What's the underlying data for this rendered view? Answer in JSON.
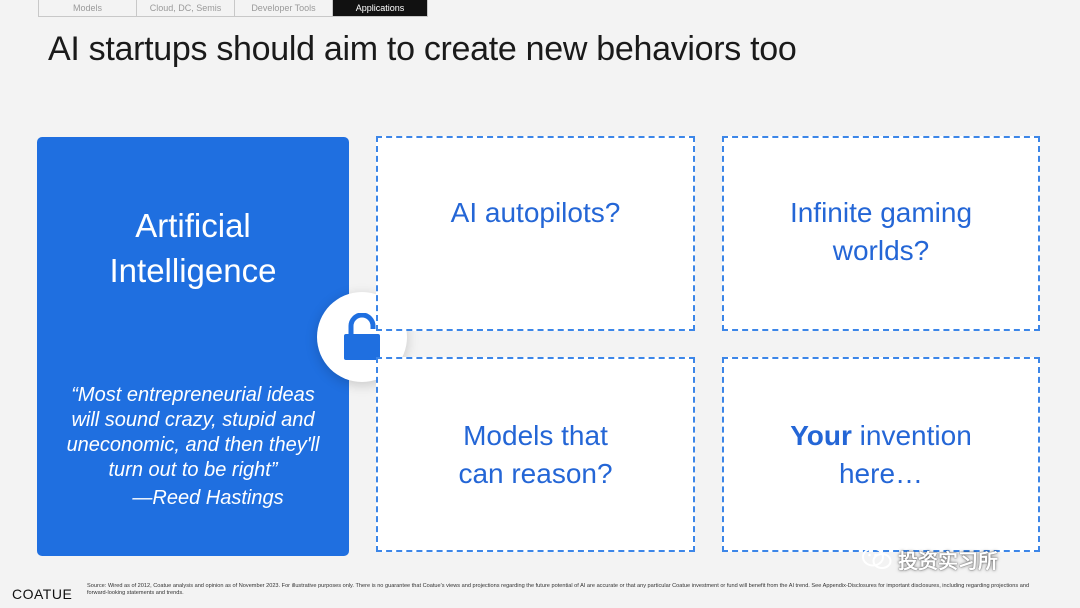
{
  "tabs": [
    {
      "label": "Models",
      "active": false
    },
    {
      "label": "Cloud, DC, Semis",
      "active": false
    },
    {
      "label": "Developer Tools",
      "active": false
    },
    {
      "label": "Applications",
      "active": true
    }
  ],
  "title": "AI startups should aim to create new behaviors too",
  "ai_card": {
    "title_line1": "Artificial",
    "title_line2": "Intelligence",
    "quote_line1": "“Most entrepreneurial ideas",
    "quote_line2": "will sound crazy, stupid and",
    "quote_line3": "uneconomic, and then they'll",
    "quote_line4": "turn out to be right”",
    "author": "—Reed Hastings",
    "color": "#1f6fe0"
  },
  "lock_icon": "unlocked-padlock-icon",
  "boxes": {
    "autopilots": {
      "line1": "AI autopilots?"
    },
    "gaming": {
      "line1": "Infinite gaming",
      "line2": "worlds?"
    },
    "reason": {
      "line1": "Models that",
      "line2": "can reason?"
    },
    "invention": {
      "bold": "Your",
      "rest": " invention",
      "line2": "here…"
    }
  },
  "accent_color": "#2466d6",
  "footer": {
    "logo": "COATUE",
    "source": "Source: Wired as of 2012, Coatue analysis and opinion as of November 2023. For illustrative purposes only. There is no guarantee that Coatue's views and projections regarding the future potential of AI are accurate or that any particular Coatue investment or fund will benefit from the AI trend. See Appendix-Disclosures for important disclosures, including regarding projections and forward-looking statements and trends.",
    "watermark": "投资实习所"
  }
}
